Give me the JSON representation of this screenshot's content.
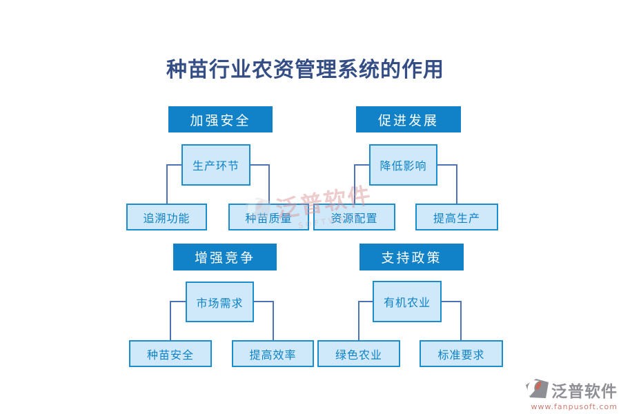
{
  "page": {
    "title": "种苗行业农资管理系统的作用"
  },
  "trees": [
    {
      "header": "加强安全",
      "mid": "生产环节",
      "children": [
        "追溯功能",
        "种苗质量"
      ]
    },
    {
      "header": "促进发展",
      "mid": "降低影响",
      "children": [
        "资源配置",
        "提高生产"
      ]
    },
    {
      "header": "增强竞争",
      "mid": "市场需求",
      "children": [
        "种苗安全",
        "提高效率"
      ]
    },
    {
      "header": "支持政策",
      "mid": "有机农业",
      "children": [
        "绿色农业",
        "标准要求"
      ]
    }
  ],
  "watermark": {
    "text": "泛普软件",
    "subtext": "SOFTWARE"
  },
  "footer_logo": {
    "name": "泛普软件",
    "url": "www.fanpusoft.com"
  },
  "colors": {
    "header_bg": "#1182c8",
    "box_fill": "#d0e9fa",
    "box_border": "#1b8ccd",
    "box_text": "#0d81c6",
    "connector": "#4a72b5",
    "title_text": "#344e85",
    "logo_gray": "#8e8f94",
    "logo_red": "#c96a58",
    "url_red": "#cb7b72"
  }
}
